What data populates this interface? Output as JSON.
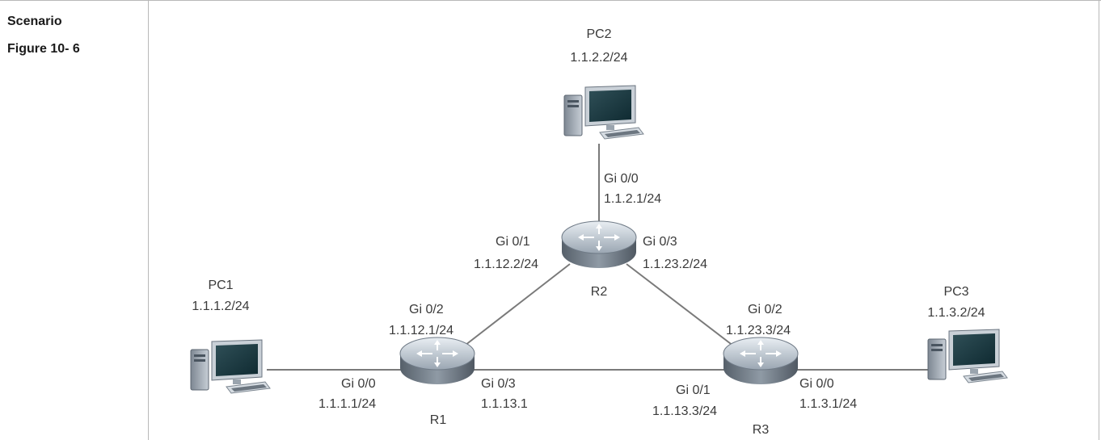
{
  "sidebar": {
    "scenario_label": "Scenario",
    "figure_label": "Figure 10- 6"
  },
  "diagram": {
    "pcs": [
      {
        "name": "PC1",
        "ip": "1.1.1.2/24"
      },
      {
        "name": "PC2",
        "ip": "1.1.2.2/24"
      },
      {
        "name": "PC3",
        "ip": "1.1.3.2/24"
      }
    ],
    "routers": [
      {
        "name": "R1"
      },
      {
        "name": "R2"
      },
      {
        "name": "R3"
      }
    ],
    "interfaces": {
      "r1_gi00": {
        "port": "Gi 0/0",
        "ip": "1.1.1.1/24"
      },
      "r1_gi02": {
        "port": "Gi 0/2",
        "ip": "1.1.12.1/24"
      },
      "r1_gi03": {
        "port": "Gi 0/3",
        "ip": "1.1.13.1"
      },
      "r2_gi00": {
        "port": "Gi 0/0",
        "ip": "1.1.2.1/24"
      },
      "r2_gi01": {
        "port": "Gi 0/1",
        "ip": "1.1.12.2/24"
      },
      "r2_gi03": {
        "port": "Gi 0/3",
        "ip": "1.1.23.2/24"
      },
      "r3_gi02": {
        "port": "Gi 0/2",
        "ip": "1.1.23.3/24"
      },
      "r3_gi01": {
        "port": "Gi 0/1",
        "ip": "1.1.13.3/24"
      },
      "r3_gi00": {
        "port": "Gi 0/0",
        "ip": "1.1.3.1/24"
      }
    }
  }
}
